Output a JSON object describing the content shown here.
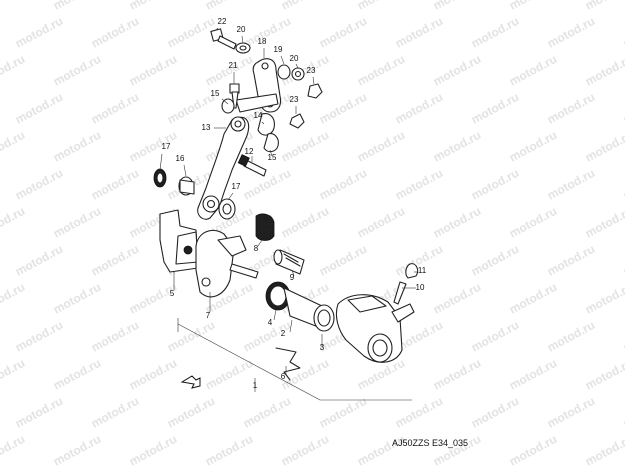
{
  "watermark_text": "motod.ru",
  "diagram_code": "AJ50ZZS E34_035",
  "callouts": [
    "1",
    "2",
    "3",
    "4",
    "5",
    "6",
    "7",
    "8",
    "9",
    "10",
    "11",
    "12",
    "13",
    "14",
    "15",
    "15",
    "16",
    "17",
    "17",
    "18",
    "19",
    "20",
    "20",
    "21",
    "22",
    "23",
    "23"
  ]
}
